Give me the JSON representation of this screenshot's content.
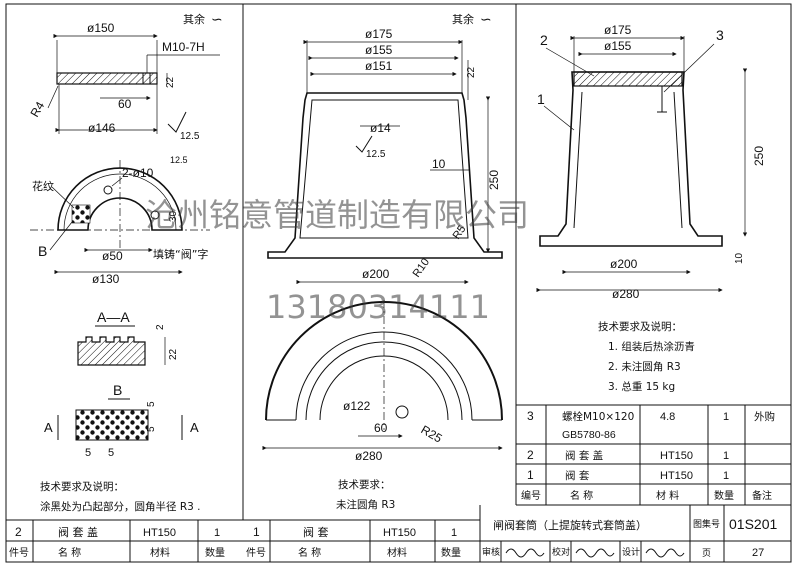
{
  "watermark": {
    "company": "沧州铭意管道制造有限公司",
    "phone": "13180314111"
  },
  "left_panel": {
    "other_finish": "其余",
    "top_view": {
      "dia_outer": "ø150",
      "thread": "M10-7H",
      "radius": "R4",
      "len_60": "60",
      "h_22": "22",
      "dia_146": "ø146",
      "rough": "12.5"
    },
    "plan_view": {
      "knurl": "花纹",
      "holes": "2-ø10",
      "rough": "12.5",
      "dim_30": "30",
      "dia_50": "ø50",
      "dia_130": "ø130",
      "label_b": "B",
      "cast_text": "填铸“阀”字"
    },
    "section_aa": {
      "title": "A—A",
      "d2": "2",
      "d22": "22"
    },
    "detail_b": {
      "title": "B",
      "label_a1": "A",
      "label_a2": "A",
      "d5a": "5",
      "d5b": "5",
      "d5c": "5",
      "d5d": "5"
    },
    "notes_title": "技术要求及说明：",
    "notes_line": "涂黑处为凸起部分，圆角半径 R3 ."
  },
  "middle_panel": {
    "other_finish": "其余",
    "dia_175": "ø175",
    "dia_155": "ø155",
    "dia_151": "ø151",
    "h_22": "22",
    "dia_14": "ø14",
    "rough": "12.5",
    "t_10": "10",
    "h_250": "250",
    "r5": "R5",
    "r10": "R10",
    "dia_200": "ø200",
    "plan_122": "ø122",
    "plan_60": "60",
    "plan_r25": "R25",
    "plan_280": "ø280",
    "notes_title": "技术要求：",
    "notes_line": "未注圆角 R3"
  },
  "right_panel": {
    "callout_1": "1",
    "callout_2": "2",
    "callout_3": "3",
    "dia_175": "ø175",
    "dia_155": "ø155",
    "h_250": "250",
    "h_10": "10",
    "dia_200": "ø200",
    "dia_280": "ø280",
    "notes_title": "技术要求及说明：",
    "notes": [
      "1.  组装后热涂沥青",
      "2.  未注圆角 R3",
      "3.  总重 15 kg"
    ]
  },
  "bom": {
    "rows": [
      {
        "no": "3",
        "name": "螺栓M10×120",
        "name2": "GB5780-86",
        "mat": "4.8",
        "qty": "1",
        "remark": "外购"
      },
      {
        "no": "2",
        "name": "阀  套  盖",
        "mat": "HT150",
        "qty": "1",
        "remark": ""
      },
      {
        "no": "1",
        "name": "阀        套",
        "mat": "HT150",
        "qty": "1",
        "remark": ""
      }
    ],
    "header": {
      "no": "编号",
      "name": "名    称",
      "mat": "材    料",
      "qty": "数量",
      "remark": "备注"
    }
  },
  "left_table": {
    "row": {
      "no": "2",
      "name": "阀  套  盖",
      "mat": "HT150",
      "qty": "1"
    },
    "header": {
      "no": "件号",
      "name": "名    称",
      "mat": "材料",
      "qty": "数量"
    }
  },
  "mid_table": {
    "row": {
      "no": "1",
      "name": "阀    套",
      "mat": "HT150",
      "qty": "1"
    },
    "header": {
      "no": "件号",
      "name": "名    称",
      "mat": "材料",
      "qty": "数量"
    }
  },
  "title_block": {
    "title": "闸阀套筒（上提旋转式套筒盖）",
    "atlas_label": "图集号",
    "atlas_no": "01S201",
    "review": "审核",
    "check": "校对",
    "design": "设计",
    "page_label": "页",
    "page_no": "27"
  }
}
